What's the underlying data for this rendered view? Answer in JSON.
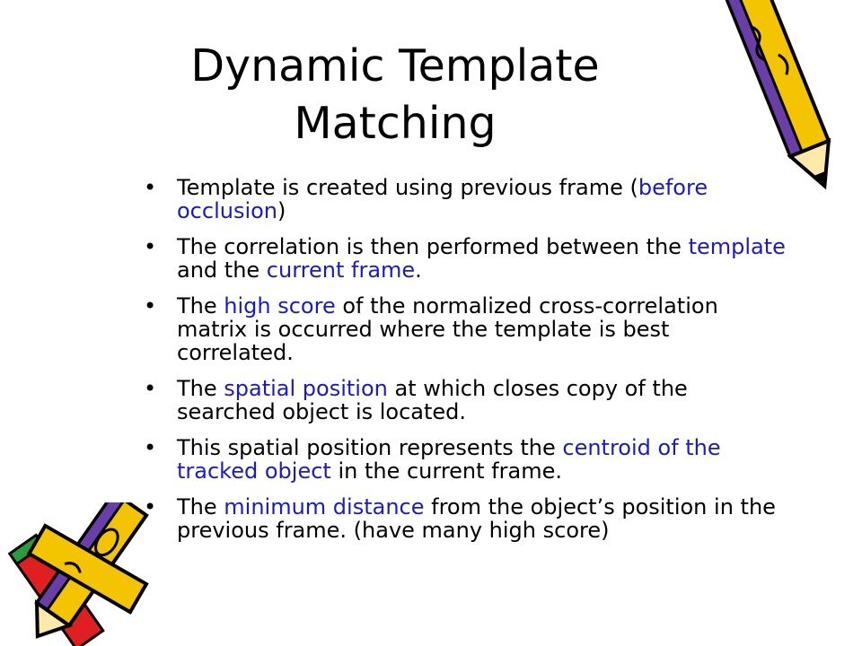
{
  "slide": {
    "title_line1": "Dynamic Template",
    "title_line2": "Matching",
    "bullets": [
      {
        "parts": [
          "Template is created using previous frame (",
          "before occlusion",
          ")"
        ]
      },
      {
        "parts": [
          "The correlation is then performed between the ",
          "template",
          " and the ",
          "current frame",
          "."
        ]
      },
      {
        "parts": [
          "The ",
          "high score",
          " of the normalized cross-correlation matrix is occurred where the template is best correlated."
        ]
      },
      {
        "parts": [
          "The ",
          "spatial position",
          " at which closes copy of the searched object is located."
        ]
      },
      {
        "parts": [
          "This spatial position represents the ",
          "centroid of the tracked object",
          " in the current frame."
        ]
      },
      {
        "parts": [
          "The ",
          "minimum distance",
          " from the object’s position in the previous frame. (have many high score)"
        ]
      }
    ]
  },
  "colors": {
    "highlight": "#1a1acc",
    "pencil_yellow": "#f5c400",
    "pencil_purple": "#6a3ea8",
    "pencil_red": "#e02020",
    "pencil_green": "#2a9d3a"
  },
  "icons": [
    "pencil-icon-top-right",
    "pencil-icon-bottom-left"
  ]
}
